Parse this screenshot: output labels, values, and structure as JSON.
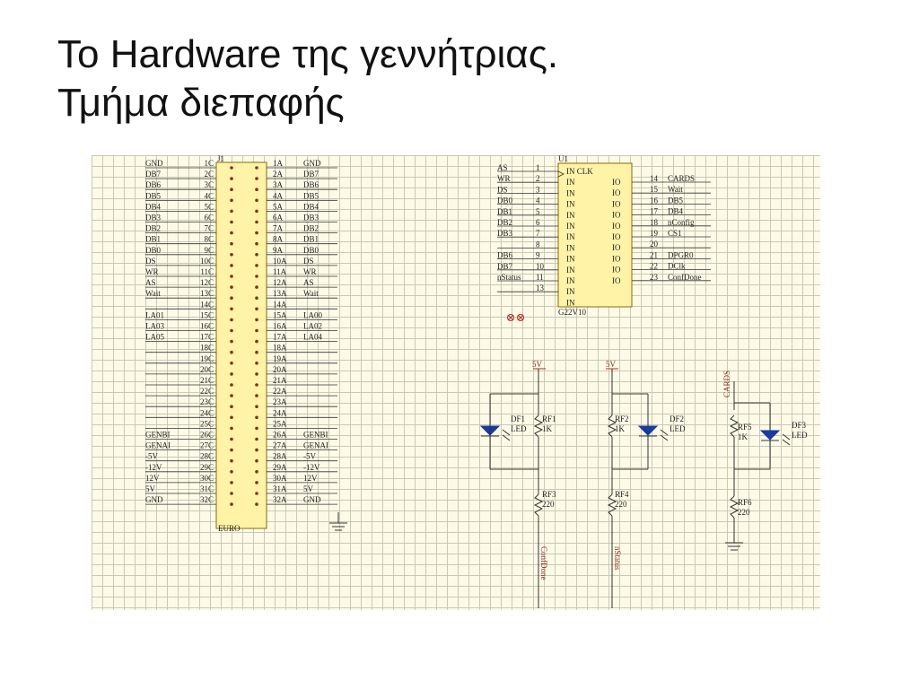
{
  "title": {
    "line1": "Το Hardware της γεννήτριας.",
    "line2": "Τμήμα διεπαφής"
  },
  "connector": {
    "ref": "J1",
    "name": "EURO",
    "rows": [
      {
        "ls": "GND",
        "lp": "1C",
        "rp": "1A",
        "rs": "GND"
      },
      {
        "ls": "DB7",
        "lp": "2C",
        "rp": "2A",
        "rs": "DB7"
      },
      {
        "ls": "DB6",
        "lp": "3C",
        "rp": "3A",
        "rs": "DB6"
      },
      {
        "ls": "DB5",
        "lp": "4C",
        "rp": "4A",
        "rs": "DB5"
      },
      {
        "ls": "DB4",
        "lp": "5C",
        "rp": "5A",
        "rs": "DB4"
      },
      {
        "ls": "DB3",
        "lp": "6C",
        "rp": "6A",
        "rs": "DB3"
      },
      {
        "ls": "DB2",
        "lp": "7C",
        "rp": "7A",
        "rs": "DB2"
      },
      {
        "ls": "DB1",
        "lp": "8C",
        "rp": "8A",
        "rs": "DB1"
      },
      {
        "ls": "DB0",
        "lp": "9C",
        "rp": "9A",
        "rs": "DB0"
      },
      {
        "ls": "DS",
        "lp": "10C",
        "rp": "10A",
        "rs": "DS"
      },
      {
        "ls": "WR",
        "lp": "11C",
        "rp": "11A",
        "rs": "WR"
      },
      {
        "ls": "AS",
        "lp": "12C",
        "rp": "12A",
        "rs": "AS"
      },
      {
        "ls": "Wait",
        "lp": "13C",
        "rp": "13A",
        "rs": "Wait"
      },
      {
        "ls": "",
        "lp": "14C",
        "rp": "14A",
        "rs": ""
      },
      {
        "ls": "LA01",
        "lp": "15C",
        "rp": "15A",
        "rs": "LA00"
      },
      {
        "ls": "LA03",
        "lp": "16C",
        "rp": "16A",
        "rs": "LA02"
      },
      {
        "ls": "LA05",
        "lp": "17C",
        "rp": "17A",
        "rs": "LA04"
      },
      {
        "ls": "",
        "lp": "18C",
        "rp": "18A",
        "rs": ""
      },
      {
        "ls": "",
        "lp": "19C",
        "rp": "19A",
        "rs": ""
      },
      {
        "ls": "",
        "lp": "20C",
        "rp": "20A",
        "rs": ""
      },
      {
        "ls": "",
        "lp": "21C",
        "rp": "21A",
        "rs": ""
      },
      {
        "ls": "",
        "lp": "22C",
        "rp": "22A",
        "rs": ""
      },
      {
        "ls": "",
        "lp": "23C",
        "rp": "23A",
        "rs": ""
      },
      {
        "ls": "",
        "lp": "24C",
        "rp": "24A",
        "rs": ""
      },
      {
        "ls": "",
        "lp": "25C",
        "rp": "25A",
        "rs": ""
      },
      {
        "ls": "GENBI",
        "lp": "26C",
        "rp": "26A",
        "rs": "GENBI"
      },
      {
        "ls": "GENAI",
        "lp": "27C",
        "rp": "27A",
        "rs": "GENAI"
      },
      {
        "ls": "-5V",
        "lp": "28C",
        "rp": "28A",
        "rs": "-5V"
      },
      {
        "ls": "-12V",
        "lp": "29C",
        "rp": "29A",
        "rs": "-12V"
      },
      {
        "ls": "12V",
        "lp": "30C",
        "rp": "30A",
        "rs": "12V"
      },
      {
        "ls": "5V",
        "lp": "31C",
        "rp": "31A",
        "rs": "5V"
      },
      {
        "ls": "GND",
        "lp": "32C",
        "rp": "32A",
        "rs": "GND"
      }
    ]
  },
  "pld": {
    "ref": "U1",
    "name": "G22V10",
    "clk_label": "IN CLK",
    "in_label": "IN",
    "io_label": "IO",
    "inputs": [
      {
        "sig": "AS",
        "pin": "1"
      },
      {
        "sig": "WR",
        "pin": "2"
      },
      {
        "sig": "DS",
        "pin": "3"
      },
      {
        "sig": "DB0",
        "pin": "4"
      },
      {
        "sig": "DB1",
        "pin": "5"
      },
      {
        "sig": "DB2",
        "pin": "6"
      },
      {
        "sig": "DB3",
        "pin": "7"
      },
      {
        "sig": "",
        "pin": "8"
      },
      {
        "sig": "DB6",
        "pin": "9"
      },
      {
        "sig": "DB7",
        "pin": "10"
      },
      {
        "sig": "nStatus",
        "pin": "11"
      },
      {
        "sig": "",
        "pin": "13"
      }
    ],
    "outputs": [
      {
        "pin": "14",
        "sig": "CARDS"
      },
      {
        "pin": "15",
        "sig": "Wait"
      },
      {
        "pin": "16",
        "sig": "DB5"
      },
      {
        "pin": "17",
        "sig": "DB4"
      },
      {
        "pin": "18",
        "sig": "nConfig"
      },
      {
        "pin": "19",
        "sig": "CS1"
      },
      {
        "pin": "20",
        "sig": ""
      },
      {
        "pin": "21",
        "sig": "DPGR0"
      },
      {
        "pin": "22",
        "sig": "DClk"
      },
      {
        "pin": "23",
        "sig": "ConfDone"
      }
    ]
  },
  "circuits": [
    {
      "vcc": "5V",
      "led_ref": "DF1",
      "led_type": "LED",
      "r1_ref": "RF1",
      "r1_val": "1K",
      "r2_ref": "RF3",
      "r2_val": "220",
      "net": "ConfDone"
    },
    {
      "vcc": "5V",
      "led_ref": "DF2",
      "led_type": "LED",
      "r1_ref": "RF2",
      "r1_val": "1K",
      "r2_ref": "RF4",
      "r2_val": "220",
      "net": "nStatus"
    },
    {
      "vcc": "CARDS",
      "led_ref": "DF3",
      "led_type": "LED",
      "r1_ref": "RF5",
      "r1_val": "1K",
      "r2_ref": "RF6",
      "r2_val": "220",
      "net": ""
    }
  ]
}
